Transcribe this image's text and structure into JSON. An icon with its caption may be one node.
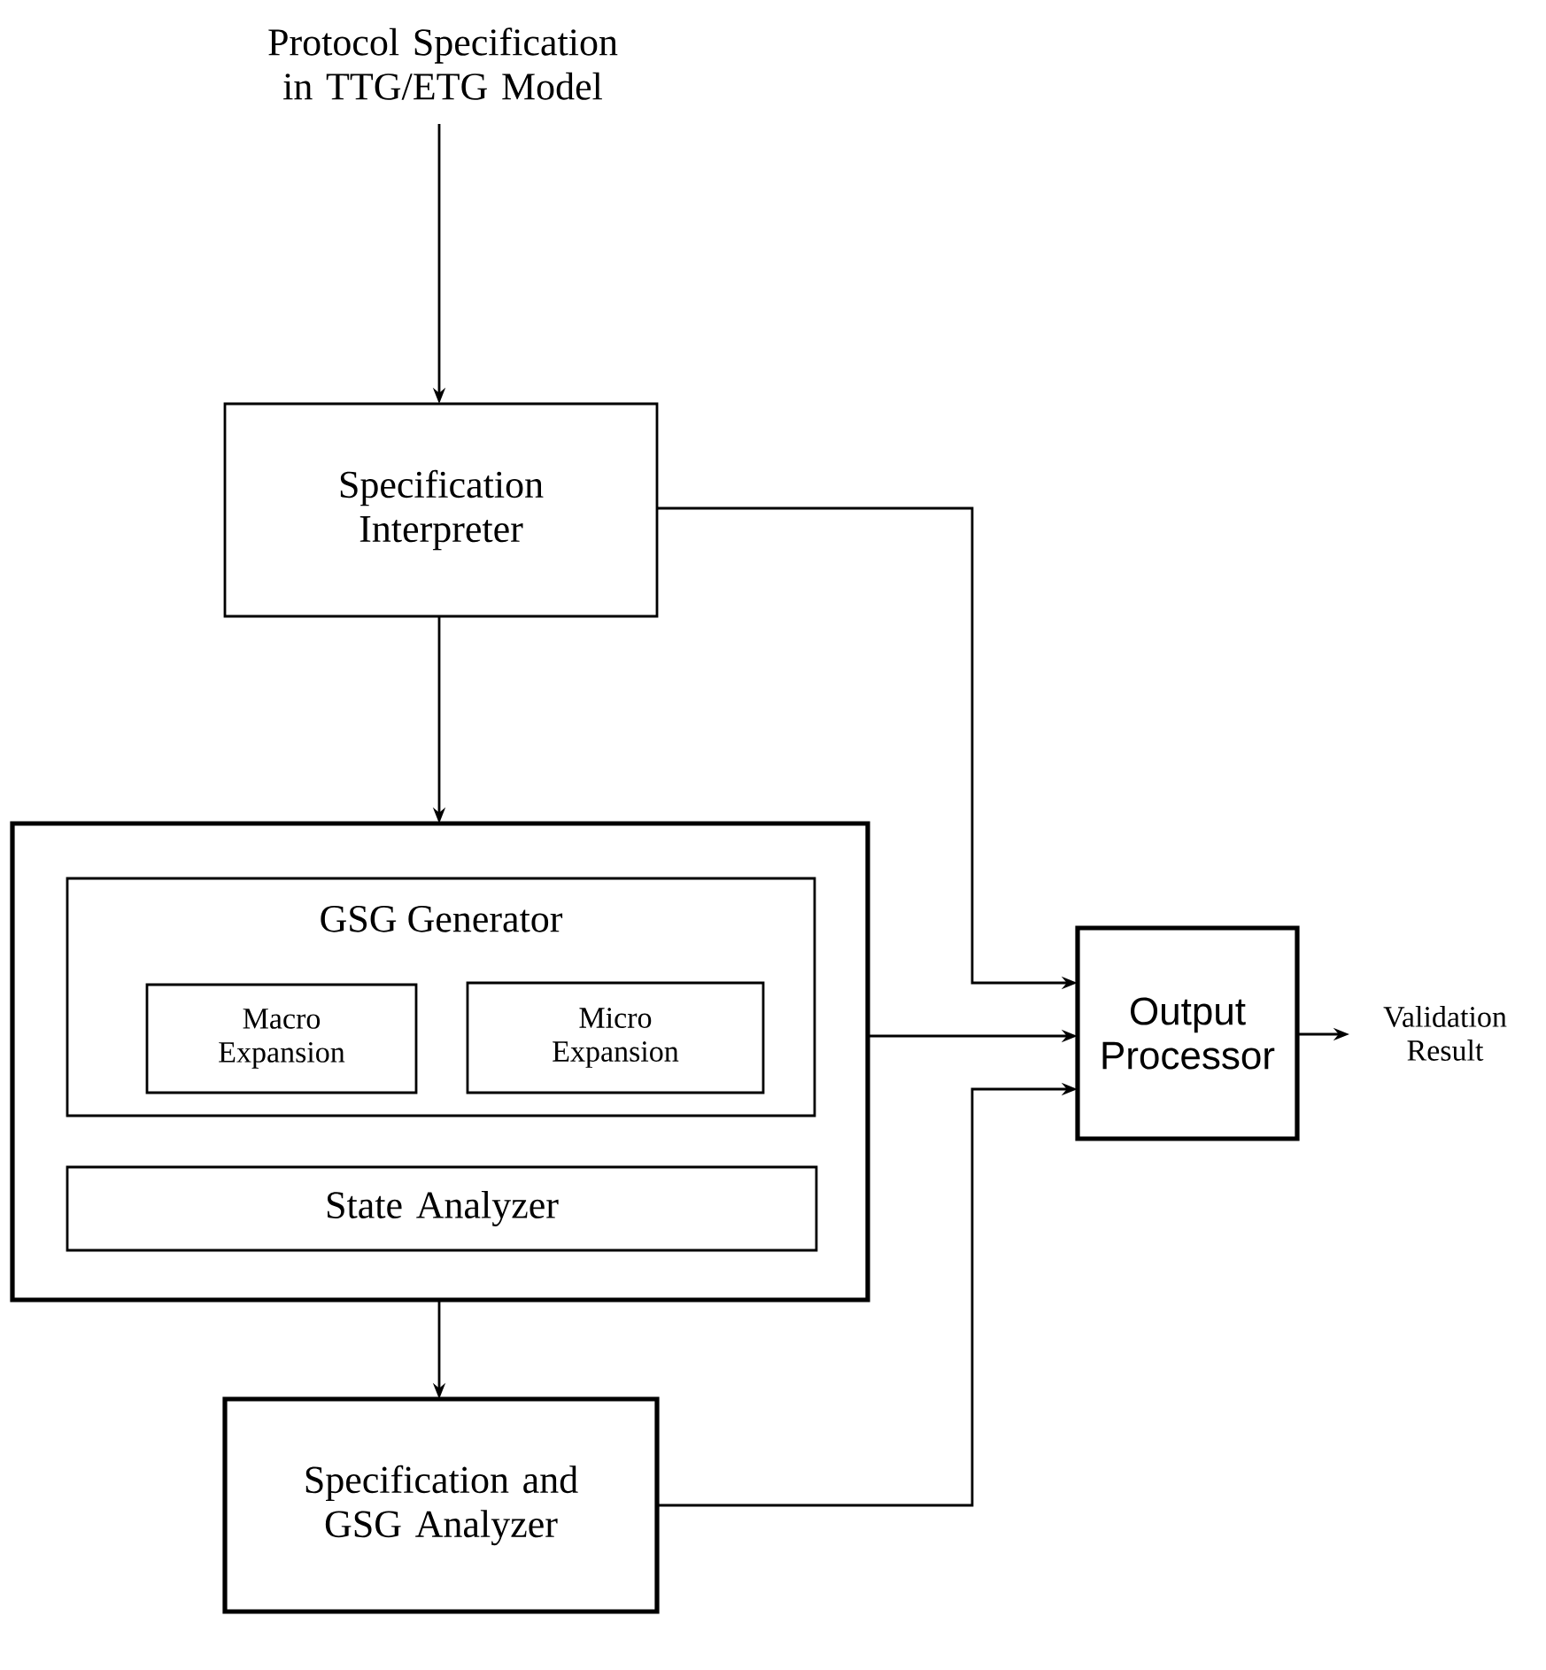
{
  "diagram": {
    "nodes": [
      {
        "text": [
          "Protocol Specification in TTG/ETG Model"
        ]
      },
      {
        "text": [
          "Specification Interpreter"
        ]
      },
      {
        "text": [],
        "shape": "box"
      },
      {
        "text": [
          "GSG Generator"
        ],
        "in": 2
      },
      {
        "text": [
          "Macro Expansion"
        ],
        "in": 3
      },
      {
        "text": [
          "Micro Expansion"
        ],
        "in": 3
      },
      {
        "text": [
          "State Analyzer"
        ],
        "in": 2
      },
      {
        "text": [
          "Output Processor"
        ]
      },
      {
        "text": [
          "Validation Result"
        ]
      },
      {
        "text": [
          "Specification and GSG Analyzer"
        ]
      }
    ],
    "edges": [
      {
        "from": 0,
        "to": 1,
        "arrow": "to"
      },
      {
        "from": 1,
        "to": 2,
        "arrow": "to"
      },
      {
        "from": 1,
        "to": 7,
        "arrow": "to"
      },
      {
        "from": 2,
        "to": 7,
        "arrow": "to"
      },
      {
        "from": 9,
        "to": 7,
        "arrow": "to"
      },
      {
        "from": 7,
        "to": 8,
        "arrow": "to"
      },
      {
        "from": 2,
        "to": 9,
        "arrow": "to"
      }
    ]
  }
}
